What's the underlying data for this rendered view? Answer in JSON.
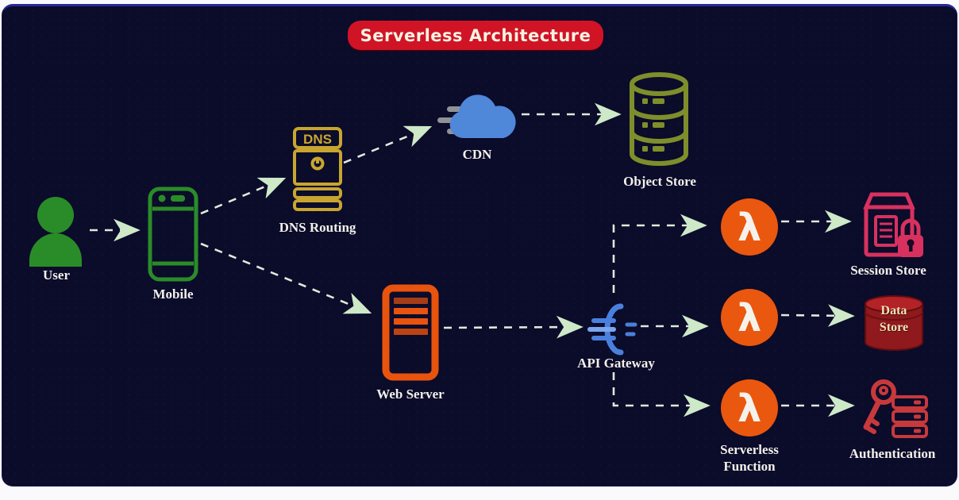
{
  "title": "Serverless Architecture",
  "colors": {
    "background": "#0b0b2a",
    "title_bg": "#d01425",
    "green": "#2a8c28",
    "gold": "#c8a52f",
    "blue": "#4f87d9",
    "olive": "#7e8e2b",
    "orange": "#e8530e",
    "lambda_orange": "#ea570f",
    "crimson": "#d8315f",
    "dark_red": "#8f191c",
    "auth_red": "#c7393b",
    "arrow": "#dfe9da"
  },
  "nodes": {
    "user": {
      "label": "User"
    },
    "mobile": {
      "label": "Mobile"
    },
    "dns_routing": {
      "label": "DNS Routing",
      "icon_text": "DNS"
    },
    "cdn": {
      "label": "CDN"
    },
    "object_store": {
      "label": "Object Store"
    },
    "web_server": {
      "label": "Web Server"
    },
    "api_gateway": {
      "label": "API Gateway"
    },
    "serverless_function": {
      "label_line1": "Serverless",
      "label_line2": "Function",
      "symbol": "λ"
    },
    "session_store": {
      "label": "Session Store"
    },
    "data_store": {
      "label_line1": "Data",
      "label_line2": "Store"
    },
    "authentication": {
      "label": "Authentication"
    }
  },
  "connections": [
    {
      "from": "User",
      "to": "Mobile"
    },
    {
      "from": "Mobile",
      "to": "DNS Routing"
    },
    {
      "from": "Mobile",
      "to": "Web Server"
    },
    {
      "from": "DNS Routing",
      "to": "CDN"
    },
    {
      "from": "CDN",
      "to": "Object Store"
    },
    {
      "from": "Web Server",
      "to": "API Gateway"
    },
    {
      "from": "API Gateway",
      "to": "Serverless Function (top)"
    },
    {
      "from": "API Gateway",
      "to": "Serverless Function (middle)"
    },
    {
      "from": "API Gateway",
      "to": "Serverless Function (bottom)"
    },
    {
      "from": "Serverless Function (top)",
      "to": "Session Store"
    },
    {
      "from": "Serverless Function (middle)",
      "to": "Data Store"
    },
    {
      "from": "Serverless Function (bottom)",
      "to": "Authentication"
    }
  ]
}
